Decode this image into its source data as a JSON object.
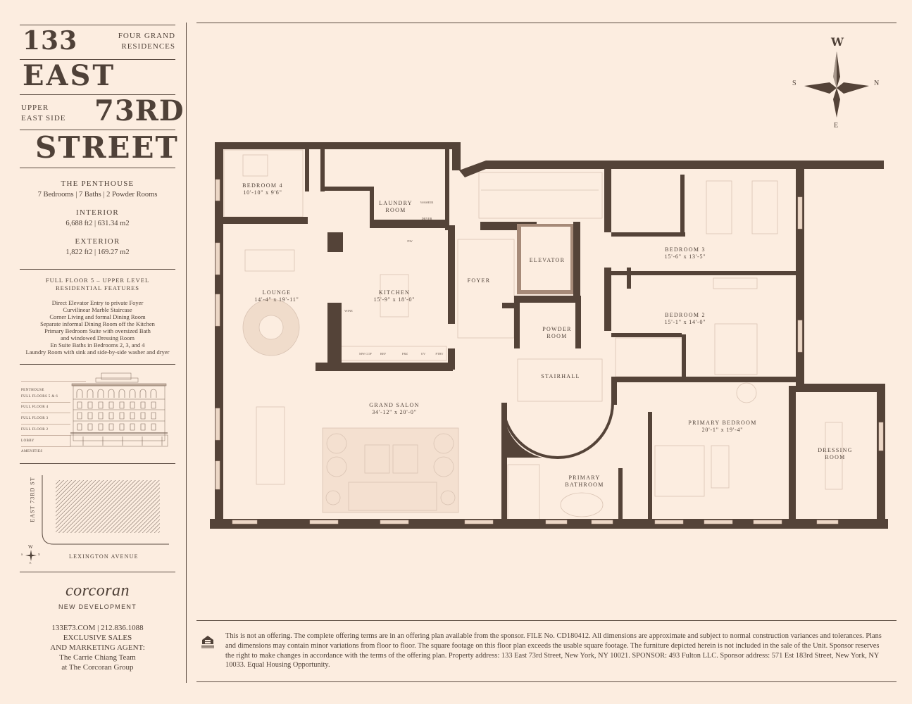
{
  "header": {
    "number": "133",
    "tagline_line1": "FOUR GRAND",
    "tagline_line2": "RESIDENCES",
    "east": "EAST",
    "neighborhood_line1": "UPPER",
    "neighborhood_line2": "EAST SIDE",
    "street_number": "73RD",
    "street": "STREET"
  },
  "unit": {
    "name": "THE PENTHOUSE",
    "summary": "7 Bedrooms | 7 Baths | 2 Powder Rooms",
    "interior_label": "INTERIOR",
    "interior_value": "6,688 ft2 | 631.34 m2",
    "exterior_label": "EXTERIOR",
    "exterior_value": "1,822 ft2 | 169.27 m2"
  },
  "features": {
    "heading_line1": "FULL FLOOR 5 – UPPER LEVEL",
    "heading_line2": "RESIDENTIAL FEATURES",
    "items": [
      "Direct Elevator Entry to private Foyer",
      "Curvilinear Marble Staircase",
      "Corner Living and formal Dining Room",
      "Separate informal Dining Room off the Kitchen",
      "Primary Bedroom Suite with oversized Bath",
      "and windowed Dressing Room",
      "En Suite Baths in Bedrooms 2, 3, and 4",
      "Laundry Room with sink and side-by-side washer and dryer"
    ]
  },
  "elevation": {
    "levels": [
      "PENTHOUSE",
      "FULL FLOORS 5 & 6",
      "FULL FLOOR 4",
      "FULL FLOOR 3",
      "FULL FLOOR 2",
      "LOBBY",
      "AMENITIES"
    ]
  },
  "site_map": {
    "side_street": "EAST 73RD ST",
    "avenue": "LEXINGTON AVENUE",
    "compass": {
      "top": "W",
      "left": "S",
      "right": "N",
      "bottom": "E"
    }
  },
  "broker": {
    "logo": "corcoran",
    "division": "NEW DEVELOPMENT",
    "contact": "133E73.COM | 212.836.1088",
    "role_line1": "EXCLUSIVE SALES",
    "role_line2": "AND MARKETING AGENT:",
    "team_line1": "The Carrie Chiang Team",
    "team_line2": "at The Corcoran Group"
  },
  "compass": {
    "top": "W",
    "left": "S",
    "right": "N",
    "bottom": "E"
  },
  "rooms": {
    "bedroom4": {
      "name": "BEDROOM 4",
      "dims": "10'-10\" x 9'6\""
    },
    "laundry": {
      "name_line1": "LAUNDRY",
      "name_line2": "ROOM",
      "washer": "WASHER",
      "dryer": "DRYER"
    },
    "lounge": {
      "name": "LOUNGE",
      "dims": "14'-4\" x 19'-11\""
    },
    "kitchen": {
      "name": "KITCHEN",
      "dims": "15'-9\" x 18'-0\"",
      "appliances": [
        "DW",
        "WINE",
        "MW COF",
        "REF",
        "FRZ",
        "OV",
        "PTRY"
      ]
    },
    "foyer": {
      "name": "FOYER"
    },
    "elevator": {
      "name": "ELEVATOR"
    },
    "powder_room": {
      "name_line1": "POWDER",
      "name_line2": "ROOM"
    },
    "stairhall": {
      "name": "STAIRHALL"
    },
    "bedroom3": {
      "name": "BEDROOM 3",
      "dims": "15'-6\" x 13'-5\""
    },
    "bedroom2": {
      "name": "BEDROOM 2",
      "dims": "15'-1\" x 14'-0\""
    },
    "grand_salon": {
      "name": "GRAND SALON",
      "dims": "34'-12\" x 20'-0\""
    },
    "primary_bathroom": {
      "name_line1": "PRIMARY",
      "name_line2": "BATHROOM"
    },
    "primary_bedroom": {
      "name": "PRIMARY BEDROOM",
      "dims": "20'-1\" x 19'-4\""
    },
    "dressing_room": {
      "name_line1": "DRESSING",
      "name_line2": "ROOM"
    }
  },
  "footer": {
    "equal_housing_icon": "equal-housing-opportunity-icon",
    "disclaimer": "This is not an offering. The complete offering terms are in an offering plan available from the sponsor. FILE No. CD180412. All dimensions are approximate and subject to normal construction variances and tolerances. Plans and dimensions may contain minor variations from floor to floor. The square footage on this floor plan exceeds the usable square footage. The furniture depicted herein is not included in the sale of the Unit. Sponsor reserves the right to make changes in accordance with the terms of the offering plan.  Property address: 133 East 73rd Street, New York, NY 10021. SPONSOR: 493 Fulton LLC. Sponsor address: 571 Est 183rd Street, New York, NY 10033. Equal Housing Opportunity."
  },
  "colors": {
    "background": "#fcede0",
    "ink": "#4f4138",
    "wall": "#544338",
    "fixture_line": "#d9c3b3"
  }
}
